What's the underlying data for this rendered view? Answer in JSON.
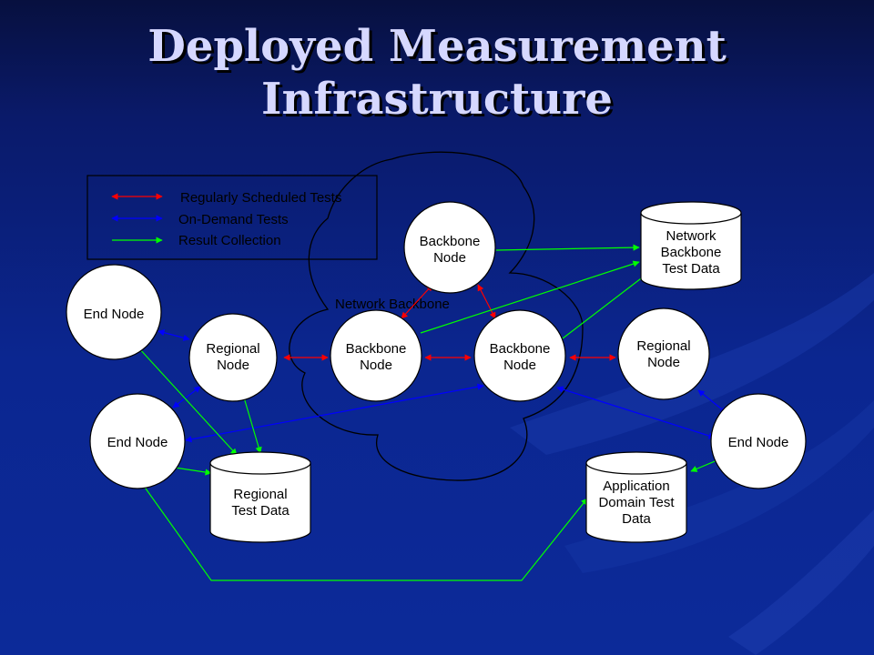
{
  "title": {
    "line1": "Deployed Measurement",
    "line2": "Infrastructure"
  },
  "colors": {
    "background": "#0b2690",
    "title_text": "#d6d8ff",
    "scheduled_tests": "#ff0000",
    "on_demand_tests": "#0000ff",
    "result_collection": "#00ff00",
    "node_fill": "#ffffff"
  },
  "legend": {
    "items": [
      {
        "key": "scheduled",
        "label": "Regularly Scheduled Tests"
      },
      {
        "key": "ondemand",
        "label": "On-Demand Tests"
      },
      {
        "key": "collection",
        "label": "Result Collection"
      }
    ]
  },
  "cloud": {
    "label": "Network Backbone"
  },
  "nodes": {
    "backbone_top": [
      "Backbone",
      "Node"
    ],
    "backbone_left": [
      "Backbone",
      "Node"
    ],
    "backbone_right": [
      "Backbone",
      "Node"
    ],
    "regional_left": [
      "Regional",
      "Node"
    ],
    "regional_right": [
      "Regional",
      "Node"
    ],
    "end_top_left": [
      "End Node"
    ],
    "end_bottom_left": [
      "End Node"
    ],
    "end_right": [
      "End Node"
    ]
  },
  "stores": {
    "network_backbone": [
      "Network",
      "Backbone",
      "Test Data"
    ],
    "regional": [
      "Regional",
      "Test Data"
    ],
    "application": [
      "Application",
      "Domain Test",
      "Data"
    ]
  }
}
